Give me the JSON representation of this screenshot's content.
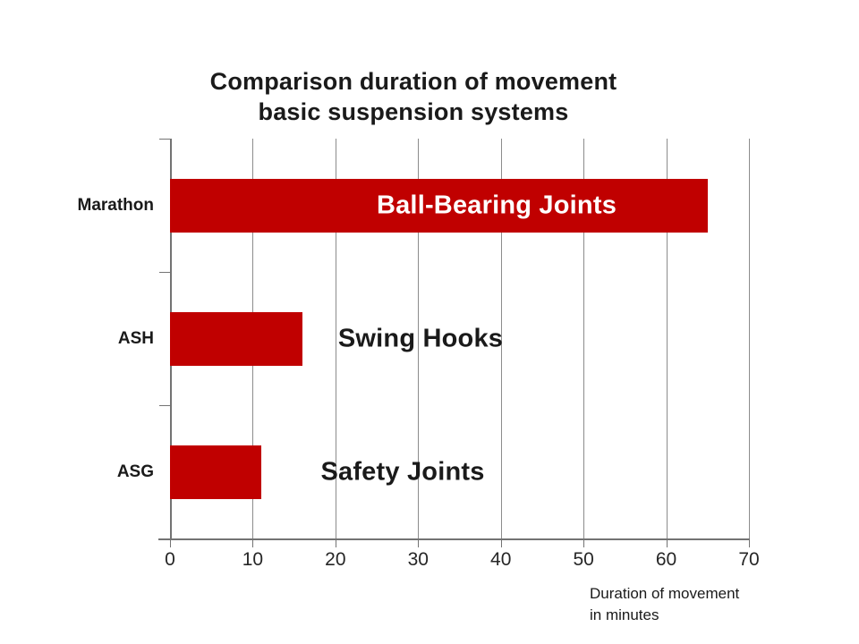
{
  "chart_data": {
    "type": "bar",
    "orientation": "horizontal",
    "title": "Comparison duration of movement basic suspension systems",
    "title_lines": [
      "Comparison duration of movement",
      "basic suspension systems"
    ],
    "categories": [
      "Marathon",
      "ASH",
      "ASG"
    ],
    "values": [
      65,
      16,
      11
    ],
    "bar_labels": [
      "Ball-Bearing Joints",
      "Swing Hooks",
      "Safety Joints"
    ],
    "x_ticks": [
      0,
      10,
      20,
      30,
      40,
      50,
      60,
      70
    ],
    "xlim": [
      0,
      70
    ],
    "xlabel": "Duration of movement in minutes",
    "xlabel_lines": [
      "Duration of movement",
      "in minutes"
    ],
    "grid": true,
    "legend": "none",
    "colors": {
      "bar": "#c00000",
      "bar_label_on_bar": "#ffffff",
      "bar_label_off_bar": "#1a1a1a",
      "gridline": "#8c8c8c",
      "axis": "#737373",
      "text": "#1a1a1a"
    }
  }
}
